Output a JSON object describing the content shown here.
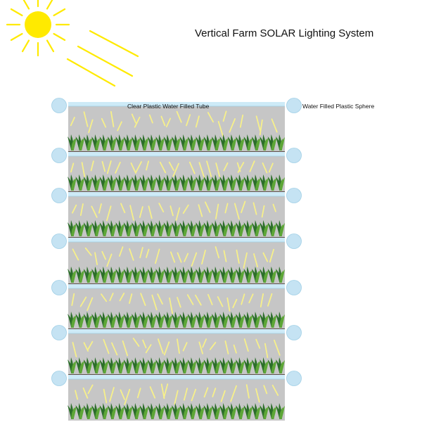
{
  "title": "Vertical Farm SOLAR Lighting System",
  "labels": {
    "tube": "Clear Plastic  Water Filled Tube",
    "sphere": "Water Filled Plastic Sphere"
  },
  "colors": {
    "sun": "#FFEA00",
    "sun_rays": "#F4E94A",
    "tier_background": "#C6C6C6",
    "water_tube": "#CDEAF7",
    "water_sphere": "#C5E3F3",
    "sphere_outline": "#9FCFE6",
    "floor_line": "#3A2A1E",
    "plant_dark": "#2C6E2A",
    "plant_light": "#5DA637",
    "light_streak": "#F7F08A"
  },
  "icons": [
    "sun-icon",
    "plant-icon",
    "light-ray",
    "water-sphere"
  ],
  "tier_count": 7
}
